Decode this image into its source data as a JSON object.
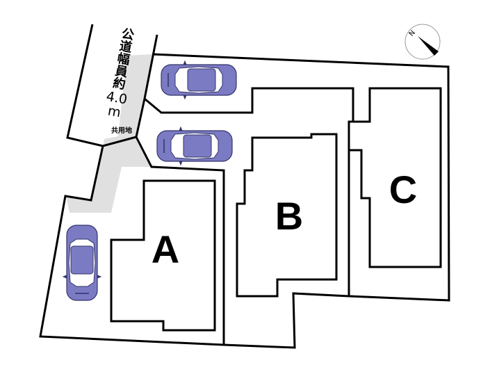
{
  "road": {
    "label_chars": [
      "公",
      "道",
      "幅",
      "員",
      "約"
    ],
    "width_value": "4.0",
    "width_unit": "m"
  },
  "shared_land_label": "共用地",
  "lots": [
    {
      "label": "A"
    },
    {
      "label": "B"
    },
    {
      "label": "C"
    }
  ],
  "compass": {
    "north_label": "N"
  },
  "colors": {
    "car_body": "#7b7bc4",
    "shared_area": "#e0e0e0",
    "line": "#000000"
  }
}
